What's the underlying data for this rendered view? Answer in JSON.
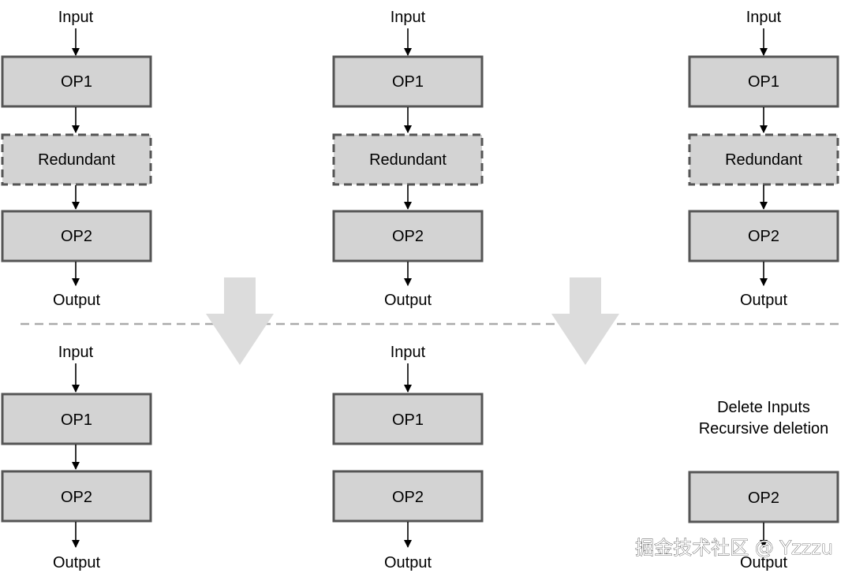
{
  "panels": {
    "before_a": {
      "input": "Input",
      "op1": "OP1",
      "redundant": "Redundant",
      "op2": "OP2",
      "output": "Output"
    },
    "before_b": {
      "input": "Input",
      "op1": "OP1",
      "redundant": "Redundant",
      "op2": "OP2",
      "output": "Output"
    },
    "before_c": {
      "input": "Input",
      "op1": "OP1",
      "redundant": "Redundant",
      "op2": "OP2",
      "output": "Output"
    },
    "after_a": {
      "input": "Input",
      "op1": "OP1",
      "op2": "OP2",
      "output": "Output"
    },
    "after_b": {
      "input": "Input",
      "op1": "OP1",
      "op2": "OP2",
      "output": "Output"
    },
    "after_c": {
      "note_line1": "Delete Inputs",
      "note_line2": "Recursive deletion",
      "op2": "OP2",
      "output": "Output"
    }
  },
  "colors": {
    "node_fill": "#d3d3d3",
    "node_border": "#555555",
    "transition_arrow": "#dcdcdc",
    "divider": "#aaaaaa"
  },
  "watermark": "掘金技术社区 @ Yzzzu"
}
